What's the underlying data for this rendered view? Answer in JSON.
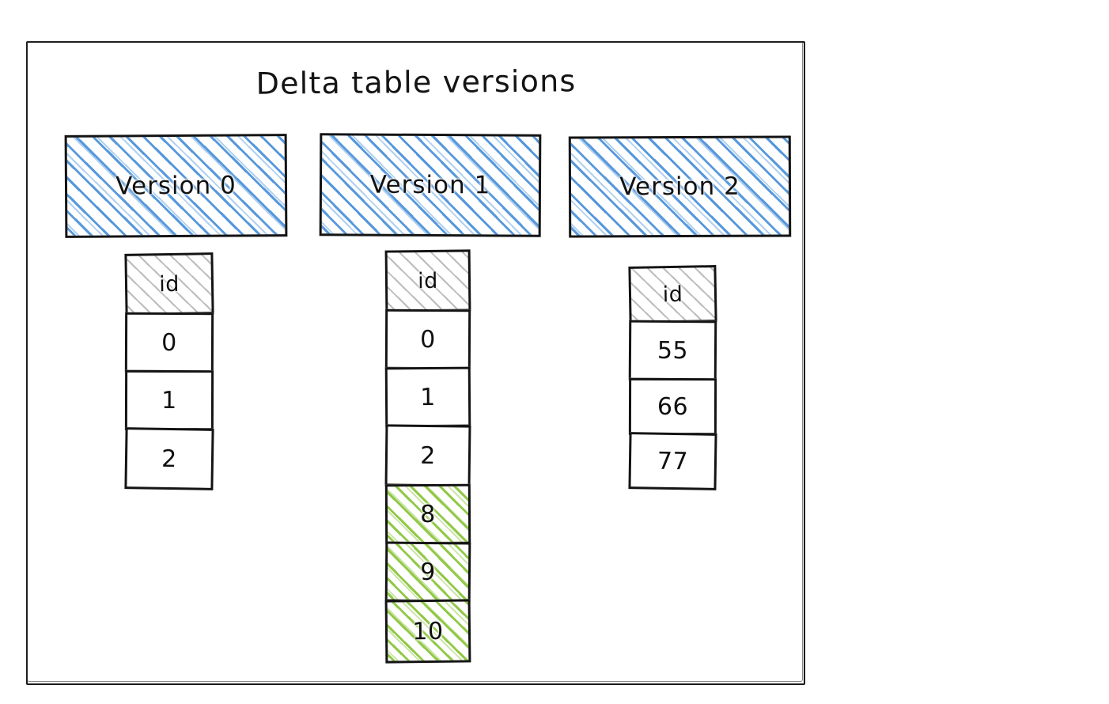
{
  "diagram": {
    "title": "Delta table versions",
    "frame_color": "#141414",
    "accent_blue": "#4a90d9",
    "accent_green": "#8cc63e",
    "header_hatch_gray": "#a0a0a0"
  },
  "versions": [
    {
      "header_label": "Version 0",
      "column_header": "id",
      "rows": [
        {
          "value": "0",
          "highlight": "none"
        },
        {
          "value": "1",
          "highlight": "none"
        },
        {
          "value": "2",
          "highlight": "none"
        }
      ]
    },
    {
      "header_label": "Version 1",
      "column_header": "id",
      "rows": [
        {
          "value": "0",
          "highlight": "none"
        },
        {
          "value": "1",
          "highlight": "none"
        },
        {
          "value": "2",
          "highlight": "none"
        },
        {
          "value": "8",
          "highlight": "green"
        },
        {
          "value": "9",
          "highlight": "green"
        },
        {
          "value": "10",
          "highlight": "green"
        }
      ]
    },
    {
      "header_label": "Version 2",
      "column_header": "id",
      "rows": [
        {
          "value": "55",
          "highlight": "none"
        },
        {
          "value": "66",
          "highlight": "none"
        },
        {
          "value": "77",
          "highlight": "none"
        }
      ]
    }
  ]
}
